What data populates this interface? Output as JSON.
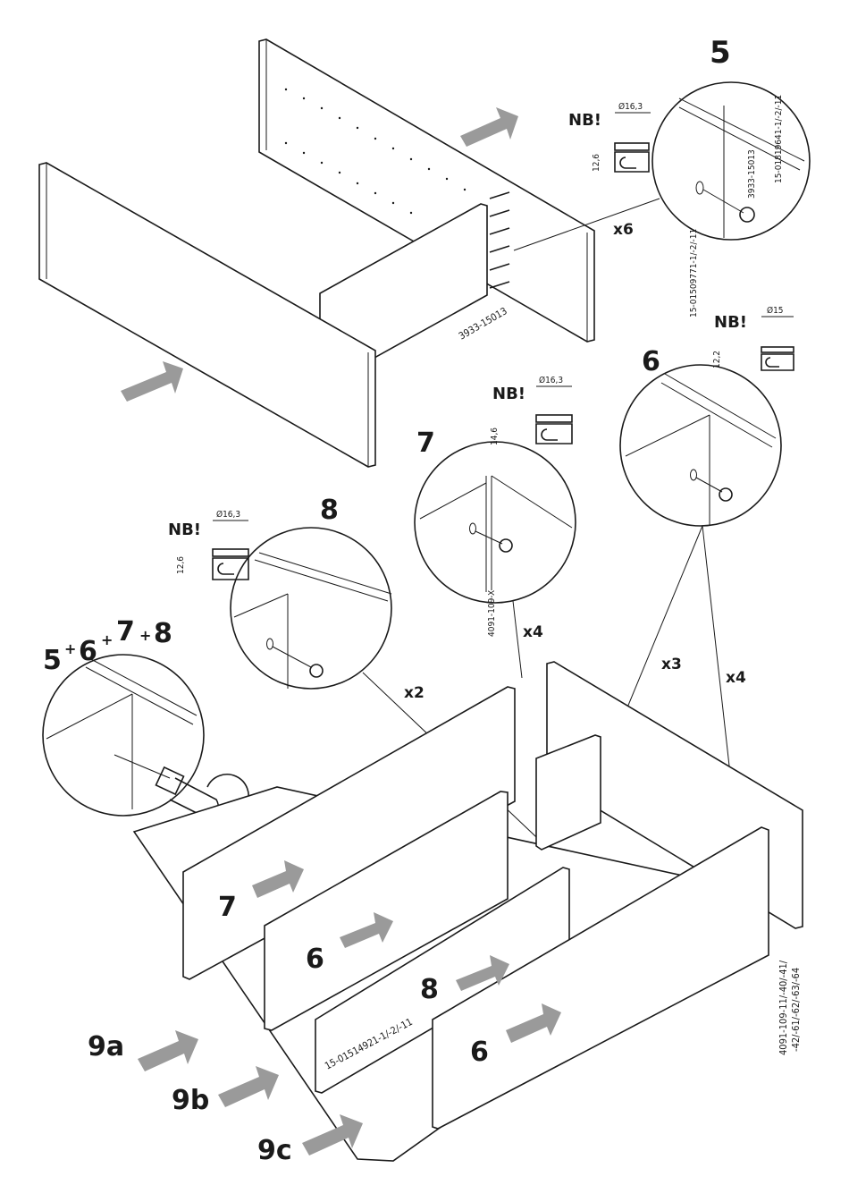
{
  "callouts": {
    "step5": {
      "number": "5",
      "note": "NB!",
      "diameter": "Ø16,3",
      "height": "12,6",
      "part_a": "15-01819641-1/-2/-11",
      "part_b": "3933-15013",
      "part_c": "15-01509771-1/-2/-11",
      "count": "x6"
    },
    "step6": {
      "number": "6",
      "note": "NB!",
      "diameter": "Ø15",
      "height": "12,2",
      "count_a": "x3",
      "count_b": "x4"
    },
    "step7": {
      "number": "7",
      "note": "NB!",
      "diameter": "Ø16,3",
      "height": "14,6",
      "part": "4091-109-X",
      "count": "x4"
    },
    "step8": {
      "number": "8",
      "note": "NB!",
      "diameter": "Ø16,3",
      "height": "12,6",
      "count": "x2"
    },
    "tool": {
      "n5": "5",
      "n6": "6",
      "n7": "7",
      "n8": "8",
      "plus": "+"
    }
  },
  "top_assembly": {
    "part": "3933-15013"
  },
  "bottom_assembly": {
    "panel_labels": [
      "7",
      "6",
      "8",
      "6"
    ],
    "part_center": "15-01514921-1/-2/-11",
    "part_right_1": "4091-109-11/-40/-41/",
    "part_right_2": "-42/-61/-62/-63/-64",
    "insert_labels": [
      "9a",
      "9b",
      "9c"
    ]
  }
}
